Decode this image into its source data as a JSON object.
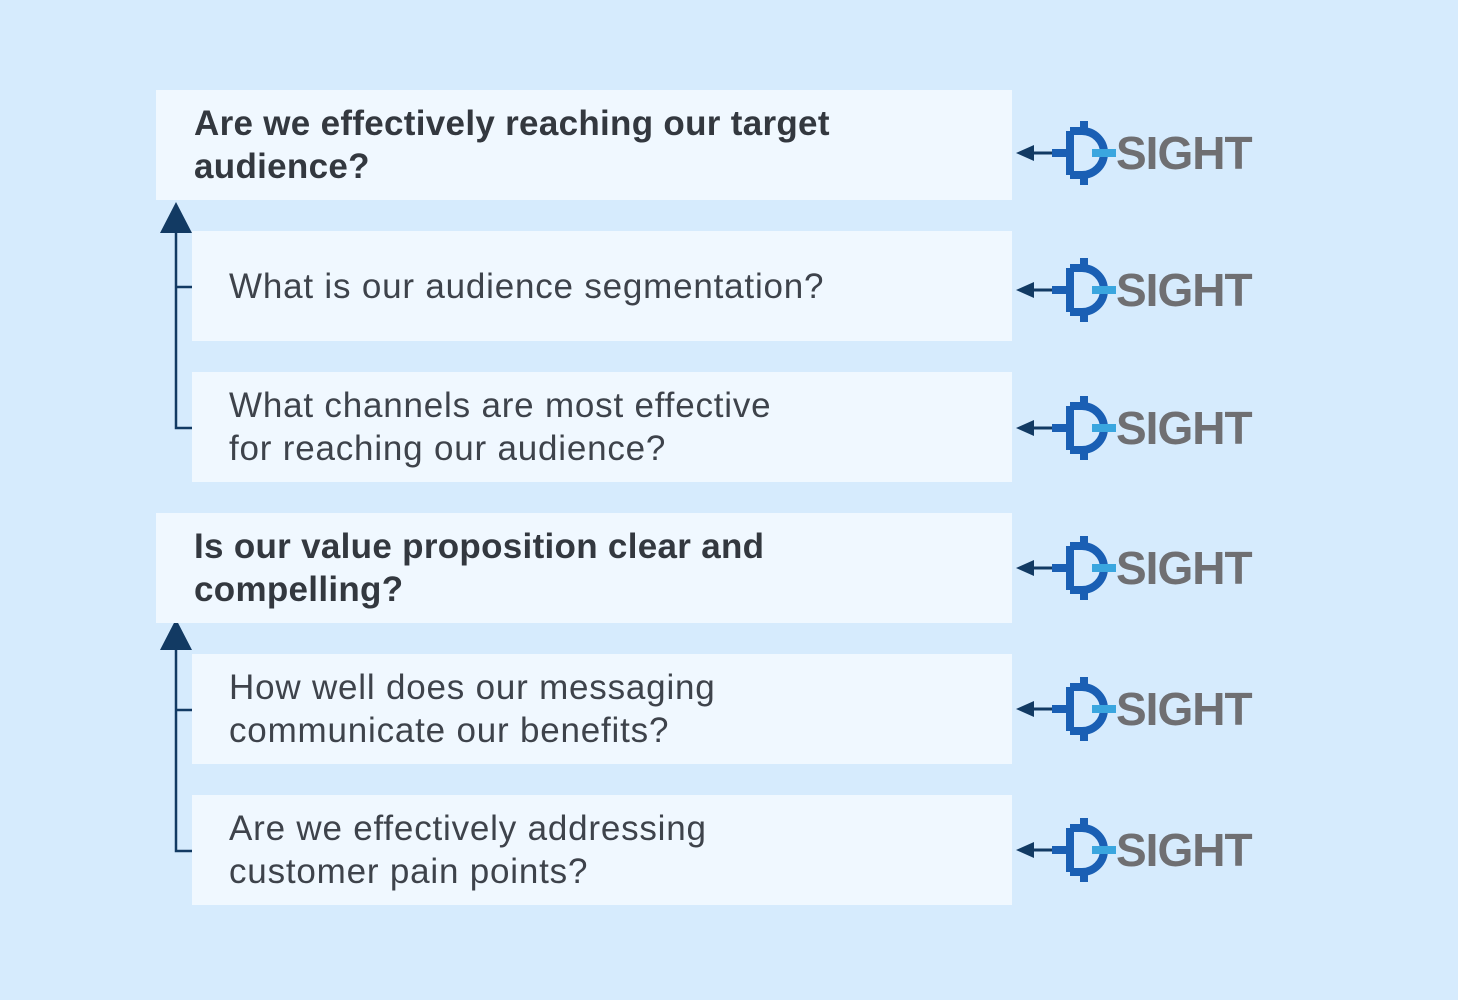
{
  "questions": [
    {
      "text_line1": "Are we effectively reaching our target",
      "text_line2": "audience?"
    },
    {
      "text_line1": "What is our audience segmentation?",
      "text_line2": ""
    },
    {
      "text_line1": "What channels are most effective",
      "text_line2": "for reaching our audience?"
    },
    {
      "text_line1": "Is our value proposition clear and",
      "text_line2": "compelling?"
    },
    {
      "text_line1": "How well does our messaging",
      "text_line2": "communicate our benefits?"
    },
    {
      "text_line1": "Are we effectively addressing",
      "text_line2": "customer pain points?"
    }
  ],
  "logo": {
    "text": "SIGHT",
    "icon": "crosshair-d-icon"
  },
  "colors": {
    "background": "#d6ebfd",
    "box": "#f0f8ff",
    "connector": "#123a63",
    "logo_blue": "#1a5fb4",
    "logo_gray": "#6f6f72"
  }
}
